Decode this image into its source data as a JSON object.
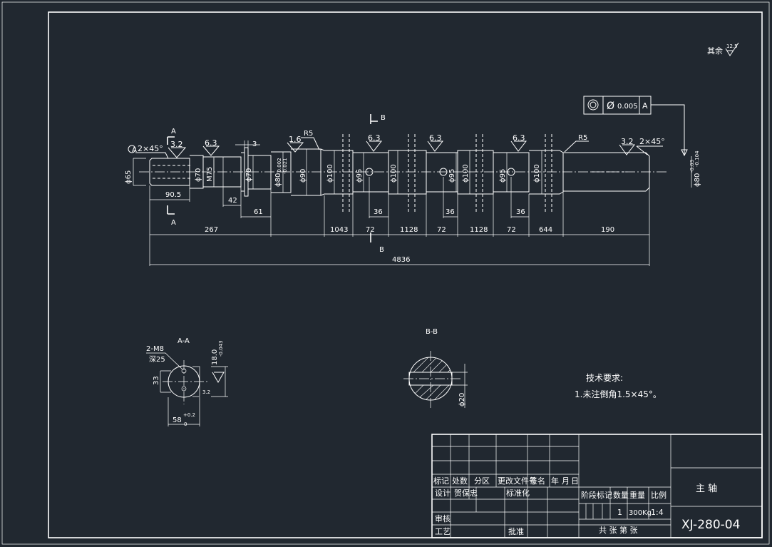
{
  "drawing": {
    "surface_note": {
      "label": "其余",
      "value": "12.5"
    },
    "tolerance_frame": {
      "value": "0.005",
      "datum": "A"
    },
    "roughness_marks": [
      "3.2",
      "6.3",
      "1.6",
      "6.3",
      "6.3",
      "6.3",
      "3.2"
    ],
    "chamfers": [
      "2×45°",
      "2×45°"
    ],
    "datum_label": "A",
    "radius_labels": [
      "R5",
      "R5"
    ],
    "section_markers": {
      "a": "A",
      "b": "B"
    },
    "diameters": [
      "ϕ65",
      "ϕ70",
      "M75",
      "ϕ70",
      "ϕ80",
      "ϕ90",
      "ϕ100",
      "ϕ95",
      "ϕ100",
      "ϕ95",
      "ϕ100",
      "ϕ95",
      "ϕ100",
      "ϕ80"
    ],
    "tolerance_a": [
      "-0.002",
      "-0.021"
    ],
    "tolerance_b": [
      "-0.03",
      "-0.104"
    ],
    "dims": {
      "d3": "3",
      "d90_5": "90.5",
      "d42": "42",
      "d61": "61",
      "d267": "267",
      "d36": "36",
      "d1043": "1043",
      "d72": "72",
      "d1128": "1128",
      "d644": "644",
      "d190": "190",
      "d4836": "4836"
    },
    "section_aa": {
      "title": "A-A",
      "thread": "2-M8",
      "depth": "深25",
      "d18": "18.0",
      "tol18": "-0.043",
      "d33": "33",
      "d58": "58",
      "tol58a": "+0.2",
      "tol58b": "0",
      "rough": "3.2"
    },
    "section_bb": {
      "title": "B-B",
      "dia": "ϕ20"
    },
    "tech": {
      "title": "技术要求:",
      "line1": "1.未注倒角1.5×45°。"
    }
  },
  "title_block": {
    "rev_headers": [
      "标记",
      "处数",
      "分区",
      "更改文件号",
      "签名",
      "年",
      "月",
      "日"
    ],
    "roles": {
      "design": "设计",
      "design_name": "贺保忠",
      "standard": "标准化",
      "check": "审核",
      "process": "工艺",
      "approve": "批准"
    },
    "stage_headers": [
      "阶段标记",
      "数量",
      "重量",
      "比例"
    ],
    "qty": "1",
    "weight": "300Kg",
    "scale": "1:4",
    "sheet_text": "共    张  第    张",
    "part_name": "主        轴",
    "drawing_no": "XJ-280-04"
  }
}
